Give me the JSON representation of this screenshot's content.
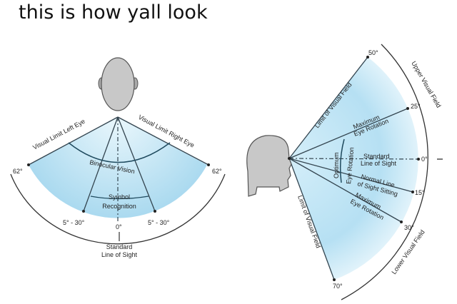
{
  "caption": "this is how yall look",
  "top_view": {
    "left_limit": "Visual Limit Left Eye",
    "right_limit": "Visual Limit Right Eye",
    "binocular": "Binocular Vision",
    "symbol1": "Symbol",
    "symbol2": "Recognition",
    "angle_left": "62°",
    "angle_right": "62°",
    "range_left": "5° - 30°",
    "range_right": "5° - 30°",
    "zero": "0°",
    "sight1": "Standard",
    "sight2": "Line of Sight"
  },
  "side_view": {
    "limit_upper": "Limit of Visual Field",
    "limit_lower": "Limit of Visual Field",
    "upper_field": "Upper Visual Field",
    "lower_field": "Lower Visual Field",
    "max_rot_up1": "Maximum",
    "max_rot_up2": "Eye Rotation",
    "standard1": "Standard",
    "standard2": "Line of Sight",
    "optimum1": "Optimum",
    "optimum2": "Eye Rotation",
    "normal1": "Normal Line",
    "normal2": "of Sight Sitting",
    "max_rot_down1": "Maximum",
    "max_rot_down2": "Eye Rotation",
    "a50": "50°",
    "a25": "25°",
    "a0": "0°",
    "a15": "15°",
    "a30": "30°",
    "a70": "70°"
  },
  "colors": {
    "fill": "#bfe3f3",
    "fill_light": "#e3f3fa",
    "line": "#33444f"
  }
}
